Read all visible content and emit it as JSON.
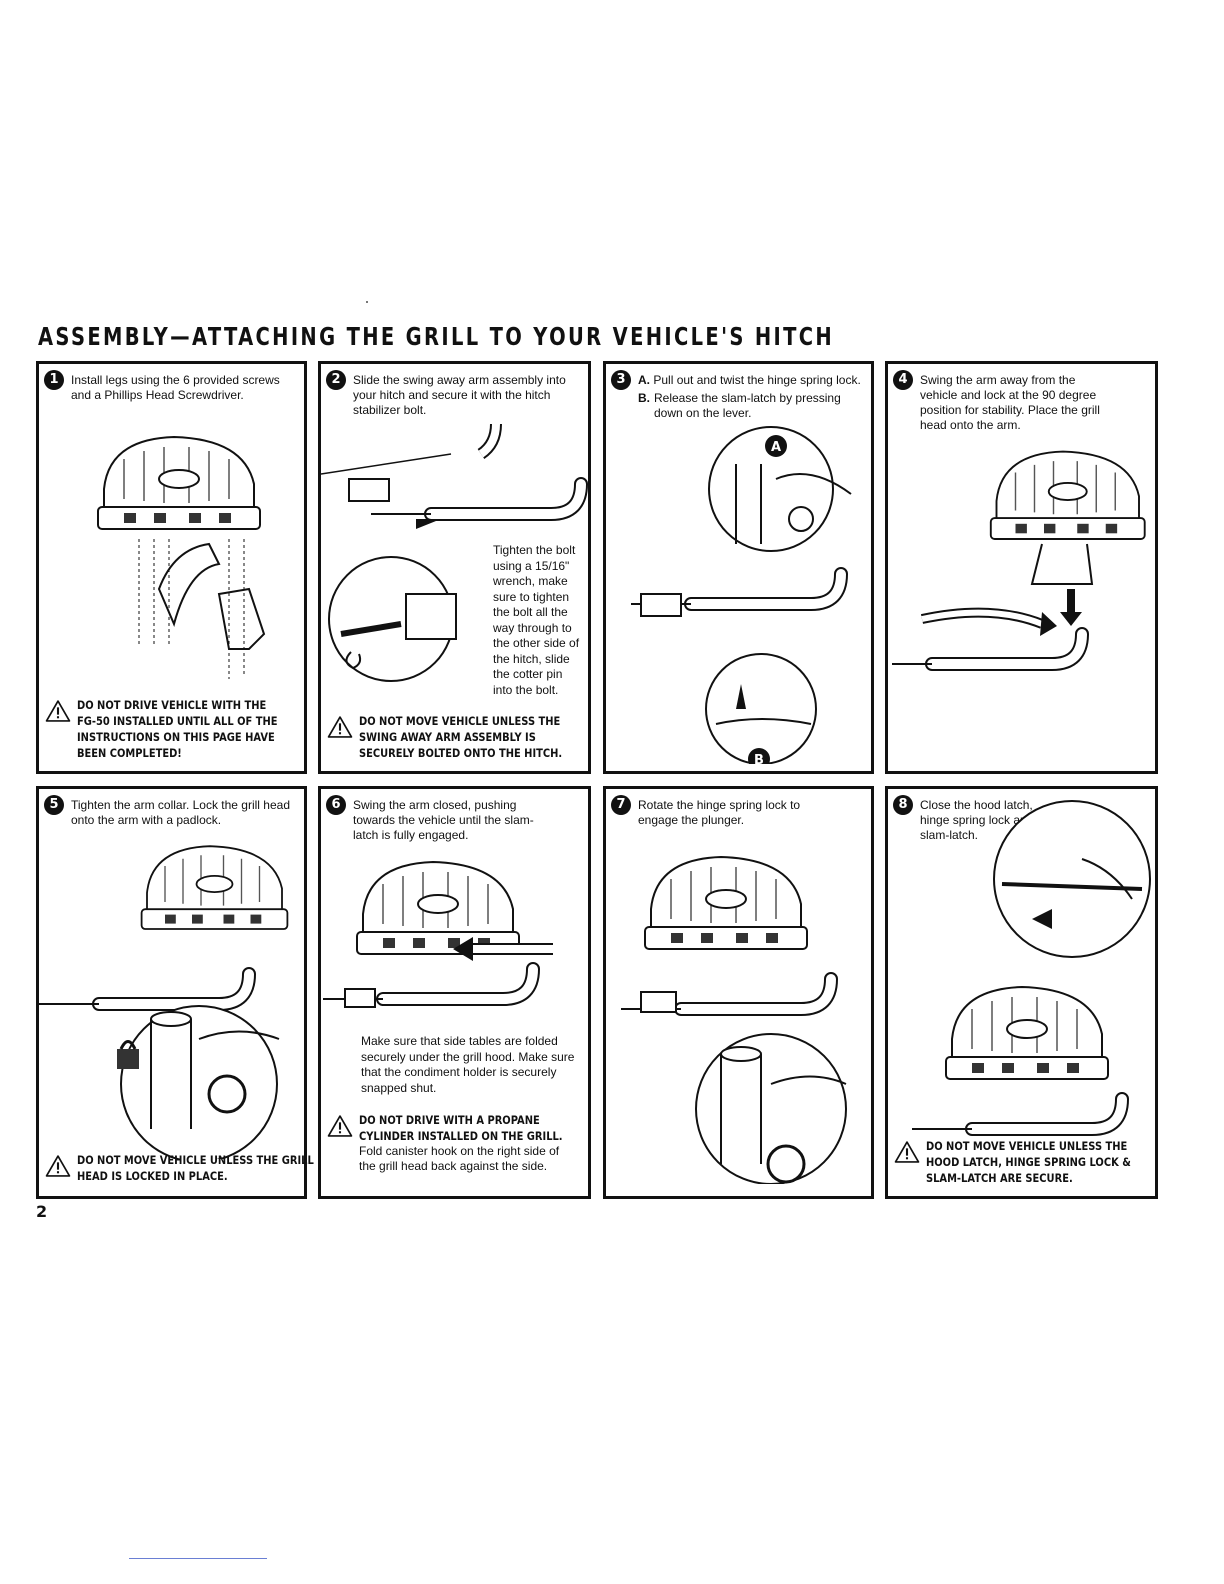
{
  "page": {
    "title": "ASSEMBLY—ATTACHING THE GRILL TO YOUR VEHICLE'S HITCH",
    "page_number": "2"
  },
  "steps": [
    {
      "number": "1",
      "text": "Install legs using the 6 provided screws and a Phillips Head Screwdriver.",
      "warning": [
        "DO NOT DRIVE VEHICLE WITH THE",
        "FG-50 INSTALLED UNTIL ALL OF THE",
        "INSTRUCTIONS ON THIS PAGE HAVE",
        "BEEN COMPLETED!"
      ]
    },
    {
      "number": "2",
      "text": "Slide the swing away arm assembly into your hitch and secure it with the hitch stabilizer bolt.",
      "note": "Tighten the bolt using a 15/16\" wrench, make sure to tighten the bolt all the way through to the other side of the hitch, slide the cotter pin into the bolt.",
      "warning": [
        "DO NOT MOVE VEHICLE UNLESS THE",
        "SWING AWAY ARM ASSEMBLY IS",
        "SECURELY BOLTED ONTO THE HITCH."
      ]
    },
    {
      "number": "3",
      "text_a_label": "A.",
      "text_a": "Pull out and twist the hinge spring lock.",
      "text_b_label": "B.",
      "text_b": "Release the slam-latch by pressing down on the lever.",
      "callout_a": "A",
      "callout_b": "B"
    },
    {
      "number": "4",
      "text": "Swing the arm away from the vehicle and lock at the 90 degree position for stability. Place the grill head onto the arm."
    },
    {
      "number": "5",
      "text": "Tighten the arm collar. Lock the grill head onto the arm with a padlock.",
      "warning": [
        "DO NOT MOVE VEHICLE UNLESS THE GRILL",
        "HEAD IS LOCKED IN PLACE."
      ]
    },
    {
      "number": "6",
      "text": "Swing the arm closed, pushing towards the vehicle until the slam-latch is fully engaged.",
      "note": "Make sure that side tables are folded securely under the grill hood. Make sure that the condiment holder is securely snapped shut.",
      "warning": [
        "DO NOT DRIVE WITH A PROPANE",
        "CYLINDER INSTALLED ON THE GRILL."
      ],
      "warning_sub": "Fold canister hook on the right side of the grill head back against the side."
    },
    {
      "number": "7",
      "text": "Rotate the hinge spring lock to engage the plunger."
    },
    {
      "number": "8",
      "text": "Close the hood latch, hinge spring lock and slam-latch.",
      "warning": [
        "DO NOT MOVE VEHICLE UNLESS THE",
        "HOOD LATCH, HINGE SPRING LOCK &",
        "SLAM-LATCH ARE SECURE."
      ]
    }
  ]
}
